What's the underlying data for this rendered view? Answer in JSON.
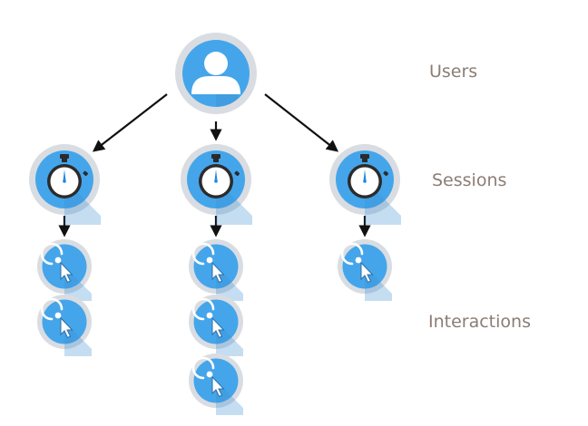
{
  "levels": {
    "users": "Users",
    "sessions": "Sessions",
    "interactions": "Interactions"
  },
  "colors": {
    "node_blue": "#45a5ea",
    "node_ring": "#d9dde2",
    "arrow": "#111111",
    "label": "#8b7d75"
  },
  "icons": {
    "user": "user-icon",
    "session": "stopwatch-icon",
    "interaction": "cursor-click-icon"
  },
  "tree": {
    "sessions": [
      {
        "interactions": 2
      },
      {
        "interactions": 3
      },
      {
        "interactions": 1
      }
    ]
  }
}
